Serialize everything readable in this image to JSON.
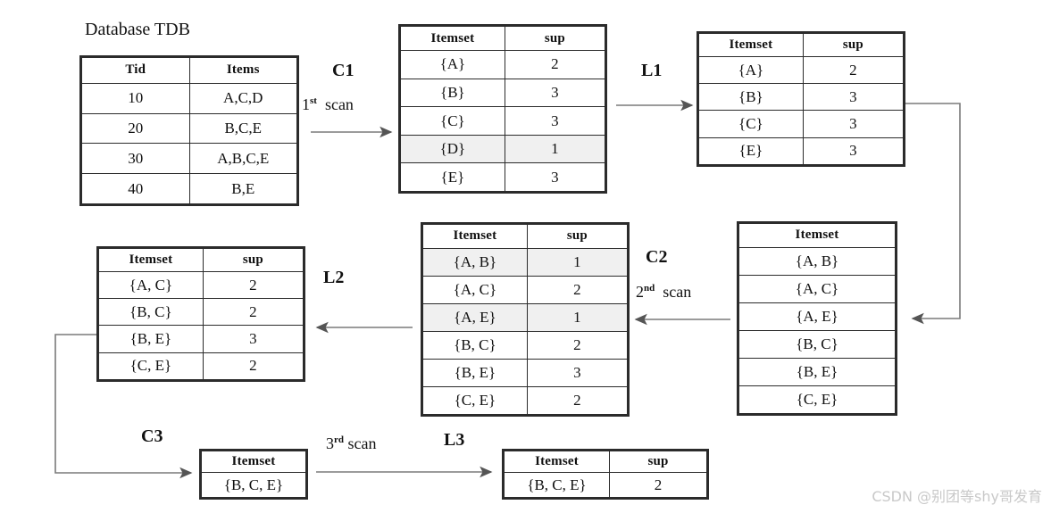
{
  "figure": {
    "title": "Database TDB",
    "watermark": "CSDN @别团等shy哥发育",
    "accent_color": "#2b2b2b",
    "pruned_row_color": "#f0f0f0",
    "arrow_color": "#7a7a7a"
  },
  "labels": {
    "c1": "C1",
    "l1": "L1",
    "c2": "C2",
    "l2": "L2",
    "c3": "C3",
    "l3": "L3",
    "scan1_num": "1",
    "scan1_sup": "st",
    "scan1_word": "scan",
    "scan2_num": "2",
    "scan2_sup": "nd",
    "scan2_word": "scan",
    "scan3_num": "3",
    "scan3_sup": "rd",
    "scan3_word": "scan"
  },
  "tdb": {
    "headers": [
      "Tid",
      "Items"
    ],
    "rows": [
      [
        "10",
        "A,C,D"
      ],
      [
        "20",
        "B,C,E"
      ],
      [
        "30",
        "A,B,C,E"
      ],
      [
        "40",
        "B,E"
      ]
    ]
  },
  "c1_table": {
    "headers": [
      "Itemset",
      "sup"
    ],
    "rows": [
      {
        "itemset": "{A}",
        "sup": "2",
        "pruned": false
      },
      {
        "itemset": "{B}",
        "sup": "3",
        "pruned": false
      },
      {
        "itemset": "{C}",
        "sup": "3",
        "pruned": false
      },
      {
        "itemset": "{D}",
        "sup": "1",
        "pruned": true
      },
      {
        "itemset": "{E}",
        "sup": "3",
        "pruned": false
      }
    ]
  },
  "l1_table": {
    "headers": [
      "Itemset",
      "sup"
    ],
    "rows": [
      {
        "itemset": "{A}",
        "sup": "2",
        "pruned": false
      },
      {
        "itemset": "{B}",
        "sup": "3",
        "pruned": false
      },
      {
        "itemset": "{C}",
        "sup": "3",
        "pruned": false
      },
      {
        "itemset": "{E}",
        "sup": "3",
        "pruned": false
      }
    ]
  },
  "c2_candidates": {
    "headers": [
      "Itemset"
    ],
    "rows": [
      {
        "itemset": "{A, B}"
      },
      {
        "itemset": "{A, C}"
      },
      {
        "itemset": "{A, E}"
      },
      {
        "itemset": "{B, C}"
      },
      {
        "itemset": "{B, E}"
      },
      {
        "itemset": "{C, E}"
      }
    ]
  },
  "c2_table": {
    "headers": [
      "Itemset",
      "sup"
    ],
    "rows": [
      {
        "itemset": "{A, B}",
        "sup": "1",
        "pruned": true
      },
      {
        "itemset": "{A, C}",
        "sup": "2",
        "pruned": false
      },
      {
        "itemset": "{A, E}",
        "sup": "1",
        "pruned": true
      },
      {
        "itemset": "{B, C}",
        "sup": "2",
        "pruned": false
      },
      {
        "itemset": "{B, E}",
        "sup": "3",
        "pruned": false
      },
      {
        "itemset": "{C, E}",
        "sup": "2",
        "pruned": false
      }
    ]
  },
  "l2_table": {
    "headers": [
      "Itemset",
      "sup"
    ],
    "rows": [
      {
        "itemset": "{A, C}",
        "sup": "2",
        "pruned": false
      },
      {
        "itemset": "{B, C}",
        "sup": "2",
        "pruned": false
      },
      {
        "itemset": "{B, E}",
        "sup": "3",
        "pruned": false
      },
      {
        "itemset": "{C, E}",
        "sup": "2",
        "pruned": false
      }
    ]
  },
  "c3_table": {
    "headers": [
      "Itemset"
    ],
    "rows": [
      {
        "itemset": "{B, C, E}"
      }
    ]
  },
  "l3_table": {
    "headers": [
      "Itemset",
      "sup"
    ],
    "rows": [
      {
        "itemset": "{B, C, E}",
        "sup": "2",
        "pruned": false
      }
    ]
  }
}
